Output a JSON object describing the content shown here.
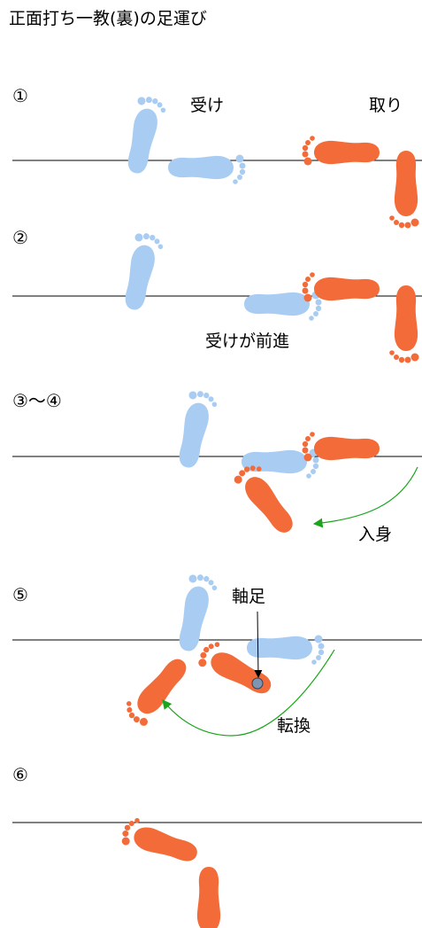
{
  "title": "正面打ち一教(裏)の足運び",
  "steps": [
    {
      "number": "①",
      "labels": [
        "受け",
        "取り"
      ]
    },
    {
      "number": "②",
      "labels": [
        "受けが前進"
      ]
    },
    {
      "number": "③～④",
      "labels": [
        "入身"
      ]
    },
    {
      "number": "⑤",
      "labels": [
        "軸足",
        "転換"
      ]
    },
    {
      "number": "⑥",
      "labels": []
    }
  ],
  "colors": {
    "uke_foot": "#a9cdf2",
    "tori_foot": "#f26b38",
    "arrow": "#1aa51a",
    "pivot_marker": "#7d95b0"
  }
}
